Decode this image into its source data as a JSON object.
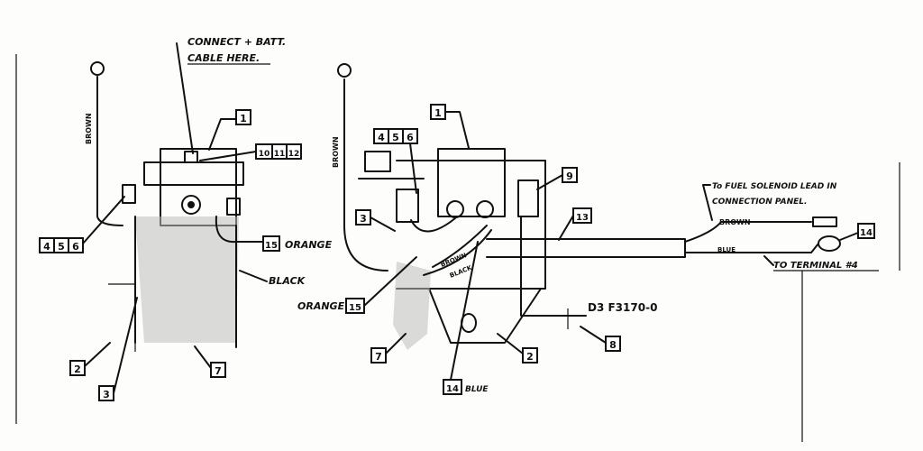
{
  "notes": {
    "connect_line1": "CONNECT + BATT.",
    "connect_line2": "CABLE HERE.",
    "fuel_line1": "To FUEL SOLENOID LEAD IN",
    "fuel_line2": "CONNECTION PANEL.",
    "to_terminal": "TO TERMINAL #4",
    "code": "D3   F3170-0"
  },
  "wire_labels": {
    "brown": "BROWN",
    "black": "BLACK",
    "blue": "BLUE",
    "orange": "ORANGE"
  },
  "callouts": {
    "left_1": "1",
    "left_10": "10",
    "left_11": "11",
    "left_12": "12",
    "left_4": "4",
    "left_5": "5",
    "left_6": "6",
    "left_15": "15",
    "left_2": "2",
    "left_3": "3",
    "left_7": "7",
    "right_1": "1",
    "right_4": "4",
    "right_5": "5",
    "right_6": "6",
    "right_9": "9",
    "right_3": "3",
    "right_13": "13",
    "right_14a": "14",
    "right_15": "15",
    "right_7": "7",
    "right_14b": "14",
    "right_2": "2",
    "right_8": "8"
  },
  "colors": {
    "ink": "#111111",
    "paper": "#fdfdfb",
    "shade": "#bdbdbd"
  }
}
